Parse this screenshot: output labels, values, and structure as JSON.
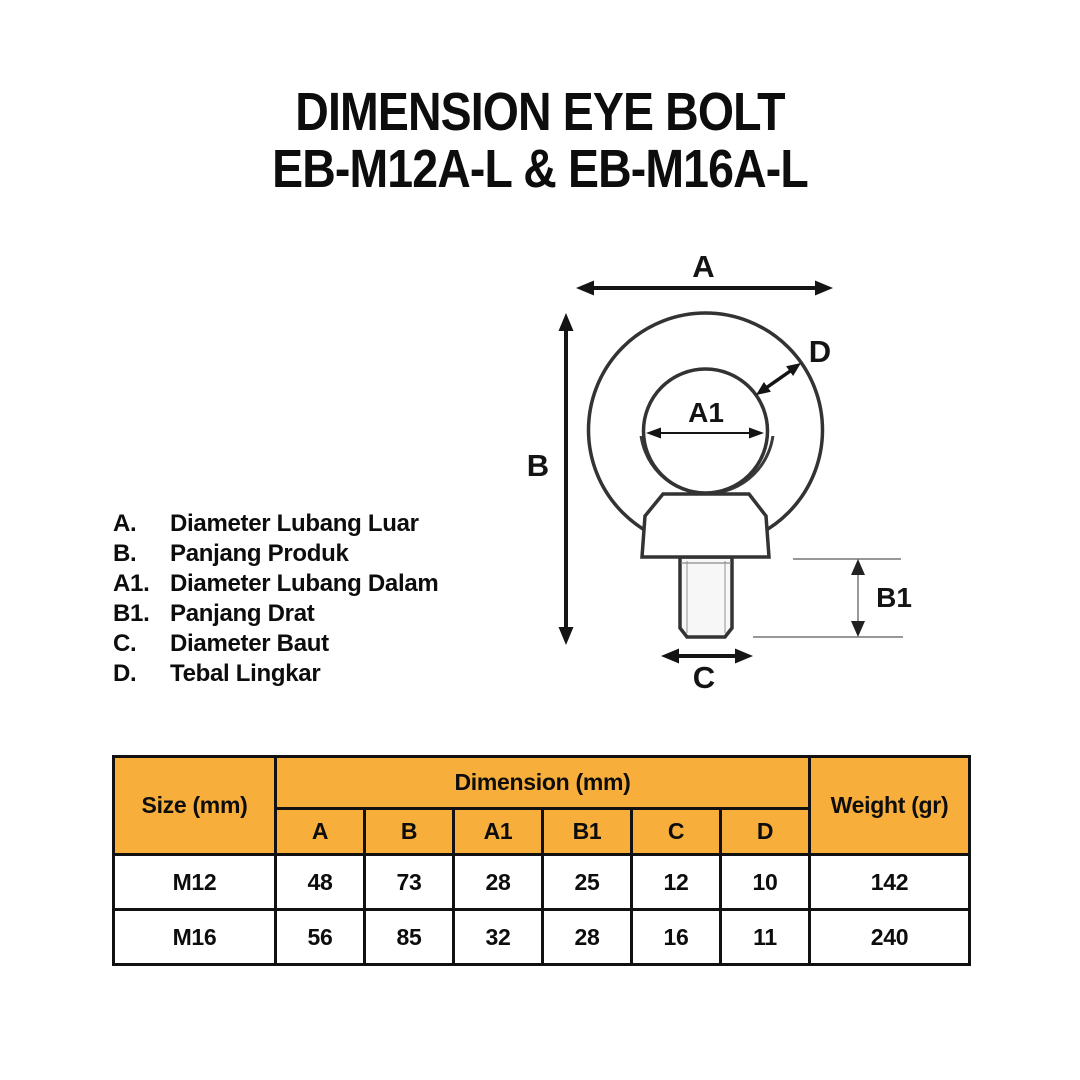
{
  "title": {
    "line1": "DIMENSION EYE BOLT",
    "line2": "EB-M12A-L & EB-M16A-L"
  },
  "legend": {
    "items": [
      {
        "key": "A.",
        "label": "Diameter Lubang Luar"
      },
      {
        "key": "B.",
        "label": "Panjang Produk"
      },
      {
        "key": "A1.",
        "label": "Diameter Lubang Dalam"
      },
      {
        "key": "B1.",
        "label": "Panjang Drat"
      },
      {
        "key": "C.",
        "label": "Diameter Baut"
      },
      {
        "key": "D.",
        "label": "Tebal Lingkar"
      }
    ]
  },
  "diagram": {
    "labels": {
      "a": "A",
      "b": "B",
      "a1": "A1",
      "b1": "B1",
      "c": "C",
      "d": "D"
    }
  },
  "table": {
    "size_header": "Size (mm)",
    "dimension_header": "Dimension (mm)",
    "weight_header": "Weight (gr)",
    "dim_columns": [
      "A",
      "B",
      "A1",
      "B1",
      "C",
      "D"
    ],
    "rows": [
      {
        "size": "M12",
        "values": [
          "48",
          "73",
          "28",
          "25",
          "12",
          "10"
        ],
        "weight": "142"
      },
      {
        "size": "M16",
        "values": [
          "56",
          "85",
          "32",
          "28",
          "16",
          "11"
        ],
        "weight": "240"
      }
    ]
  },
  "colors": {
    "header_orange": "#F7AE3B",
    "table_border": "#111111",
    "drawing_line": "#333333",
    "arrow_black": "#141414"
  }
}
